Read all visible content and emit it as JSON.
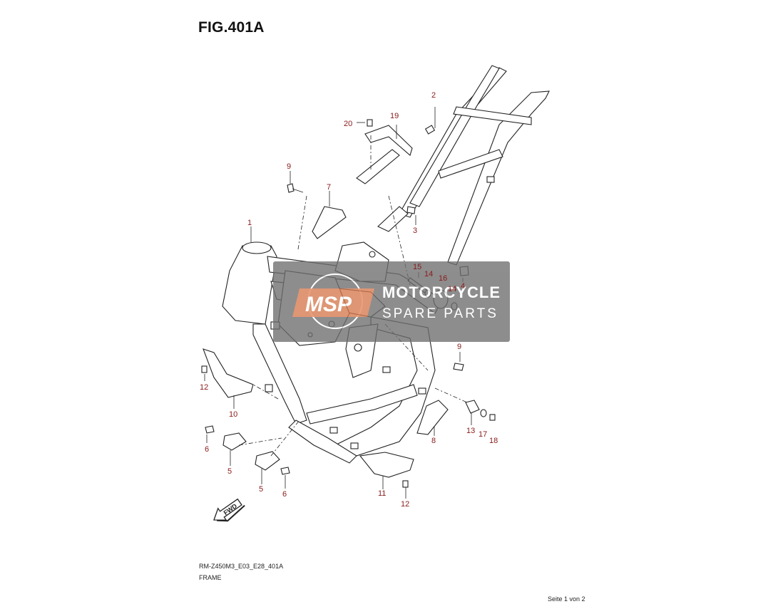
{
  "figure": {
    "title": "FIG.401A",
    "code": "RM-Z450M3_E03_E28_401A",
    "name": "FRAME",
    "page_indicator": "Seite 1 von 2"
  },
  "colors": {
    "callout": "#8a1a1a",
    "line": "#222222",
    "watermark_bg": "#6e6e6e",
    "watermark_logo": "#e07a4a"
  },
  "watermark": {
    "logo_text": "MSP",
    "line1": "MOTORCYCLE",
    "line2": "SPARE PARTS"
  },
  "fwd_label": "FWD",
  "callouts": [
    {
      "id": "c1",
      "label": "1"
    },
    {
      "id": "c2",
      "label": "2"
    },
    {
      "id": "c3",
      "label": "3"
    },
    {
      "id": "c4",
      "label": "4"
    },
    {
      "id": "c5a",
      "label": "5"
    },
    {
      "id": "c5b",
      "label": "5"
    },
    {
      "id": "c6a",
      "label": "6"
    },
    {
      "id": "c6b",
      "label": "6"
    },
    {
      "id": "c7",
      "label": "7"
    },
    {
      "id": "c8",
      "label": "8"
    },
    {
      "id": "c9a",
      "label": "9"
    },
    {
      "id": "c9b",
      "label": "9"
    },
    {
      "id": "c10",
      "label": "10"
    },
    {
      "id": "c11",
      "label": "11"
    },
    {
      "id": "c12a",
      "label": "12"
    },
    {
      "id": "c12b",
      "label": "12"
    },
    {
      "id": "c13",
      "label": "13"
    },
    {
      "id": "c14a",
      "label": "14"
    },
    {
      "id": "c14b",
      "label": "14"
    },
    {
      "id": "c15",
      "label": "15"
    },
    {
      "id": "c16",
      "label": "16"
    },
    {
      "id": "c17",
      "label": "17"
    },
    {
      "id": "c18",
      "label": "18"
    },
    {
      "id": "c19",
      "label": "19"
    },
    {
      "id": "c20",
      "label": "20"
    }
  ]
}
